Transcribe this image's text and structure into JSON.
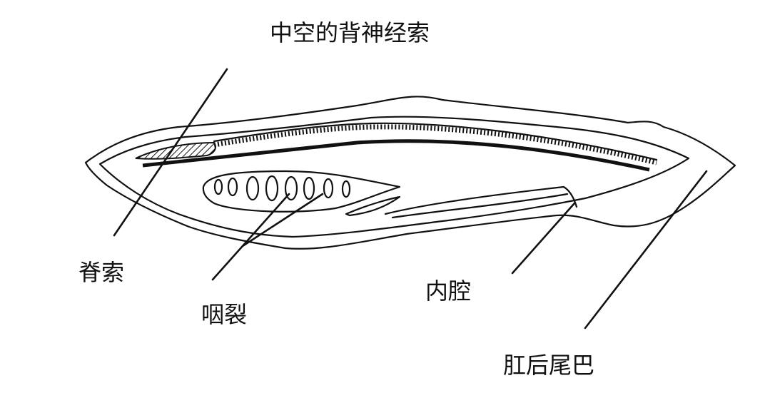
{
  "labels": {
    "nerve_cord": "中空的背神经索",
    "notochord": "脊索",
    "pharyngeal_slits": "咽裂",
    "body_cavity": "内腔",
    "post_anal_tail": "肛后尾巴"
  }
}
